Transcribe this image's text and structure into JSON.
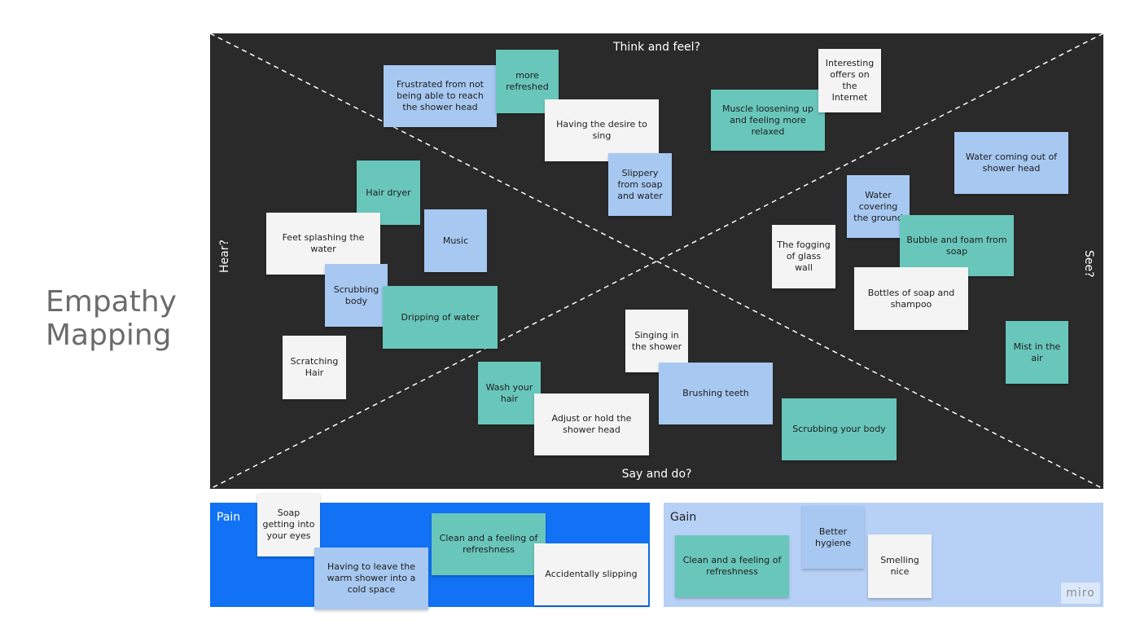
{
  "title_line1": "Empathy",
  "title_line2": "Mapping",
  "quadrants": {
    "top": "Think and feel?",
    "bottom": "Say and do?",
    "left": "Hear?",
    "right": "See?"
  },
  "colors": {
    "board": "#2a2a2a",
    "note_white": "#f4f4f4",
    "note_teal": "#69c6bb",
    "note_blue": "#a7c8f1",
    "pain_bg": "#1172f5",
    "gain_bg": "#b7d0f6"
  },
  "notes": {
    "frustrated": "Frustrated from not being able to reach the shower head",
    "more_refreshed": "more refreshed",
    "desire_sing": "Having the desire to sing",
    "slippery": "Slippery from soap and water",
    "muscle": "Muscle loosening up and feeling more relaxed",
    "interesting_offers": "Interesting offers on the Internet",
    "water_coming": "Water coming out of shower head",
    "water_covering": "Water covering the ground",
    "bubble_foam": "Bubble and foam from soap",
    "fogging": "The fogging of glass wall",
    "bottles": "Bottles of soap and shampoo",
    "mist": "Mist in the air",
    "hair_dryer": "Hair dryer",
    "feet_splashing": "Feet splashing the water",
    "music": "Music",
    "scrubbing_body": "Scrubbing body",
    "dripping": "Dripping of water",
    "scratching": "Scratching Hair",
    "singing_shower": "Singing in the shower",
    "brushing": "Brushing teeth",
    "wash_hair": "Wash your hair",
    "adjust_hold": "Adjust or hold the shower head",
    "scrubbing_your_body": "Scrubbing your body"
  },
  "pain": {
    "label": "Pain",
    "notes": {
      "soap_eyes": "Soap getting into your eyes",
      "leave_warm": "Having to leave the warm shower into a cold space",
      "clean_feeling": "Clean and a feeling of refreshness",
      "slipping": "Accidentally slipping"
    }
  },
  "gain": {
    "label": "Gain",
    "notes": {
      "clean_feeling": "Clean and a feeling of refreshness",
      "better_hygiene": "Better hygiene",
      "smelling_nice": "Smelling nice"
    }
  },
  "watermark": "miro"
}
